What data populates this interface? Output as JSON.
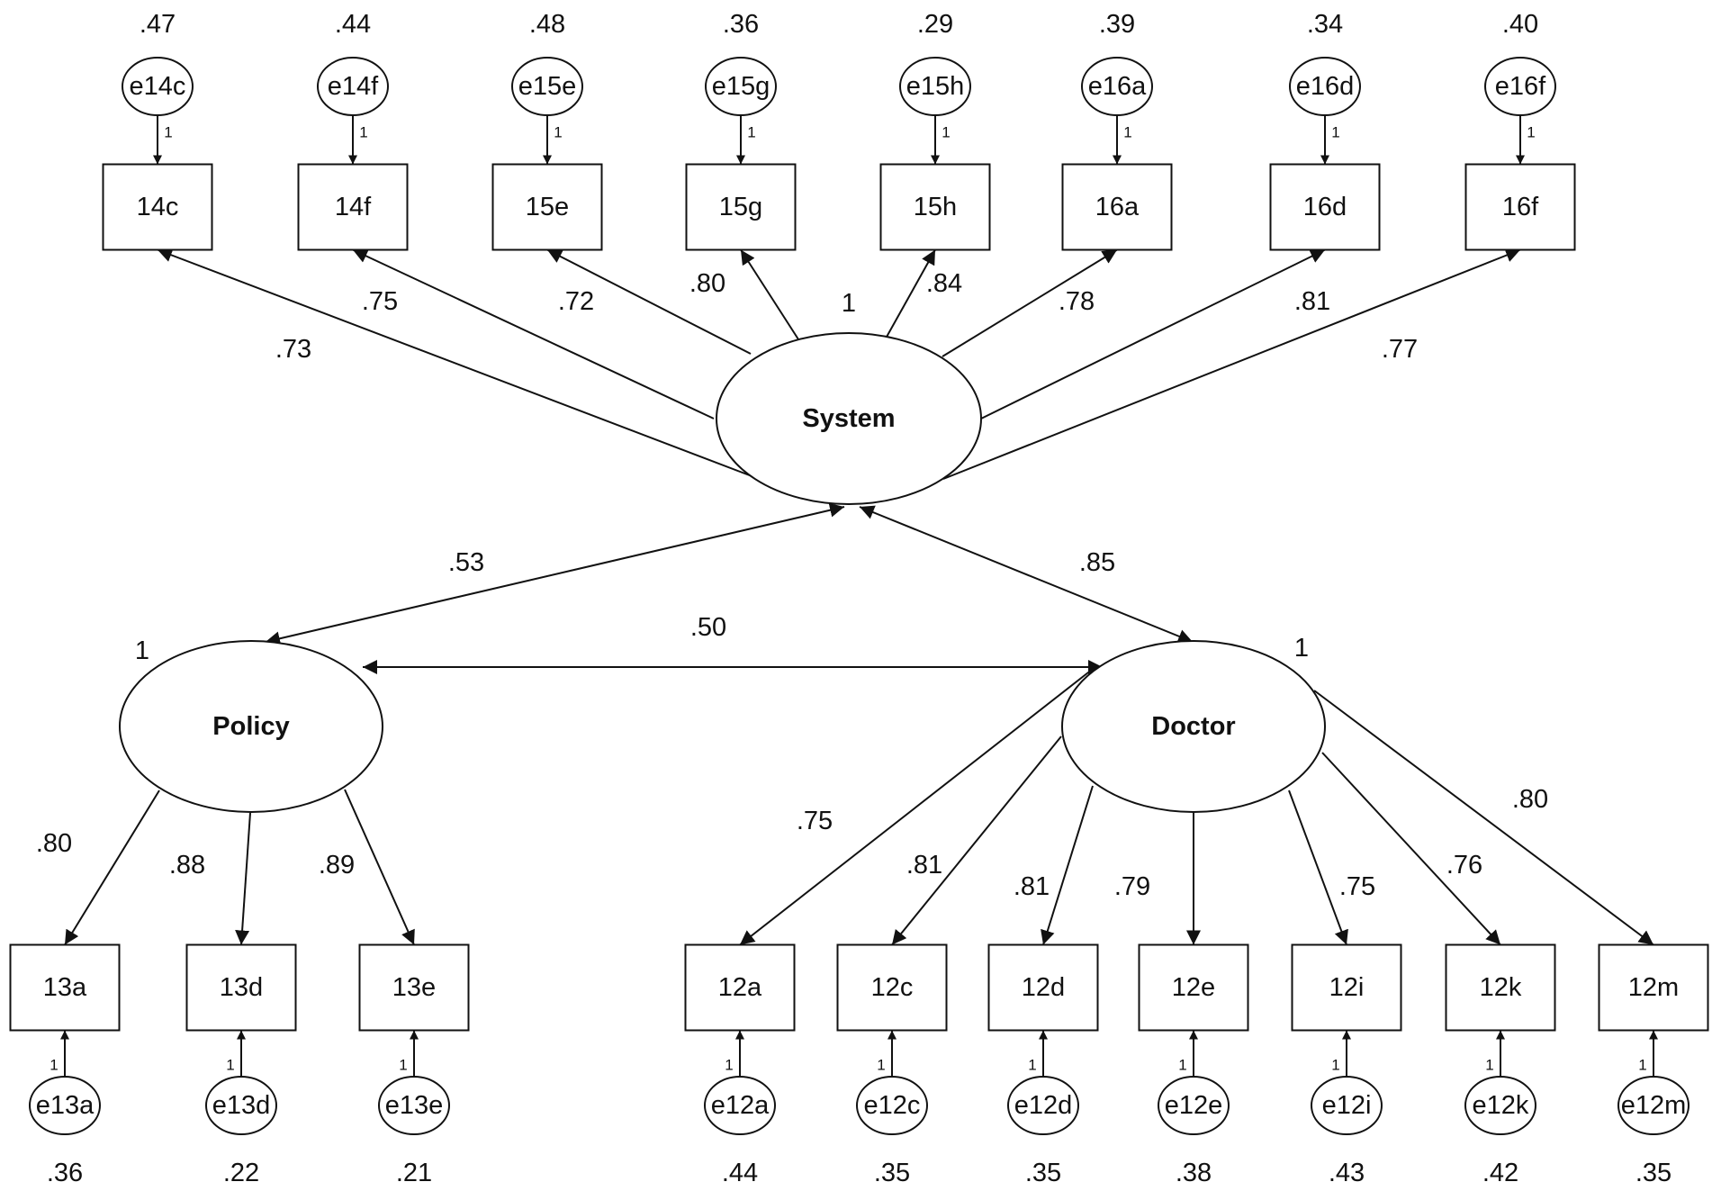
{
  "factors": [
    {
      "id": "system",
      "name": "System",
      "variance": "1"
    },
    {
      "id": "policy",
      "name": "Policy",
      "variance": "1"
    },
    {
      "id": "doctor",
      "name": "Doctor",
      "variance": "1"
    }
  ],
  "indicators": [
    {
      "id": "14c",
      "factor": "system",
      "label": "14c",
      "loading": ".73",
      "error": "e14c",
      "error_variance": ".47",
      "path_fixed": "1"
    },
    {
      "id": "14f",
      "factor": "system",
      "label": "14f",
      "loading": ".75",
      "error": "e14f",
      "error_variance": ".44",
      "path_fixed": "1"
    },
    {
      "id": "15e",
      "factor": "system",
      "label": "15e",
      "loading": ".72",
      "error": "e15e",
      "error_variance": ".48",
      "path_fixed": "1"
    },
    {
      "id": "15g",
      "factor": "system",
      "label": "15g",
      "loading": ".80",
      "error": "e15g",
      "error_variance": ".36",
      "path_fixed": "1"
    },
    {
      "id": "15h",
      "factor": "system",
      "label": "15h",
      "loading": ".84",
      "error": "e15h",
      "error_variance": ".29",
      "path_fixed": "1"
    },
    {
      "id": "16a",
      "factor": "system",
      "label": "16a",
      "loading": ".78",
      "error": "e16a",
      "error_variance": ".39",
      "path_fixed": "1"
    },
    {
      "id": "16d",
      "factor": "system",
      "label": "16d",
      "loading": ".81",
      "error": "e16d",
      "error_variance": ".34",
      "path_fixed": "1"
    },
    {
      "id": "16f",
      "factor": "system",
      "label": "16f",
      "loading": ".77",
      "error": "e16f",
      "error_variance": ".40",
      "path_fixed": "1"
    },
    {
      "id": "13a",
      "factor": "policy",
      "label": "13a",
      "loading": ".80",
      "error": "e13a",
      "error_variance": ".36",
      "path_fixed": "1"
    },
    {
      "id": "13d",
      "factor": "policy",
      "label": "13d",
      "loading": ".88",
      "error": "e13d",
      "error_variance": ".22",
      "path_fixed": "1"
    },
    {
      "id": "13e",
      "factor": "policy",
      "label": "13e",
      "loading": ".89",
      "error": "e13e",
      "error_variance": ".21",
      "path_fixed": "1"
    },
    {
      "id": "12a",
      "factor": "doctor",
      "label": "12a",
      "loading": ".75",
      "error": "e12a",
      "error_variance": ".44",
      "path_fixed": "1"
    },
    {
      "id": "12c",
      "factor": "doctor",
      "label": "12c",
      "loading": ".81",
      "error": "e12c",
      "error_variance": ".35",
      "path_fixed": "1"
    },
    {
      "id": "12d",
      "factor": "doctor",
      "label": "12d",
      "loading": ".81",
      "error": "e12d",
      "error_variance": ".35",
      "path_fixed": "1"
    },
    {
      "id": "12e",
      "factor": "doctor",
      "label": "12e",
      "loading": ".79",
      "error": "e12e",
      "error_variance": ".38",
      "path_fixed": "1"
    },
    {
      "id": "12i",
      "factor": "doctor",
      "label": "12i",
      "loading": ".75",
      "error": "e12i",
      "error_variance": ".43",
      "path_fixed": "1"
    },
    {
      "id": "12k",
      "factor": "doctor",
      "label": "12k",
      "loading": ".76",
      "error": "e12k",
      "error_variance": ".42",
      "path_fixed": "1"
    },
    {
      "id": "12m",
      "factor": "doctor",
      "label": "12m",
      "loading": ".80",
      "error": "e12m",
      "error_variance": ".35",
      "path_fixed": "1"
    }
  ],
  "correlations": [
    {
      "id": "system-policy",
      "from": "system",
      "to": "policy",
      "value": ".53"
    },
    {
      "id": "system-doctor",
      "from": "system",
      "to": "doctor",
      "value": ".85"
    },
    {
      "id": "policy-doctor",
      "from": "policy",
      "to": "doctor",
      "value": ".50"
    }
  ]
}
